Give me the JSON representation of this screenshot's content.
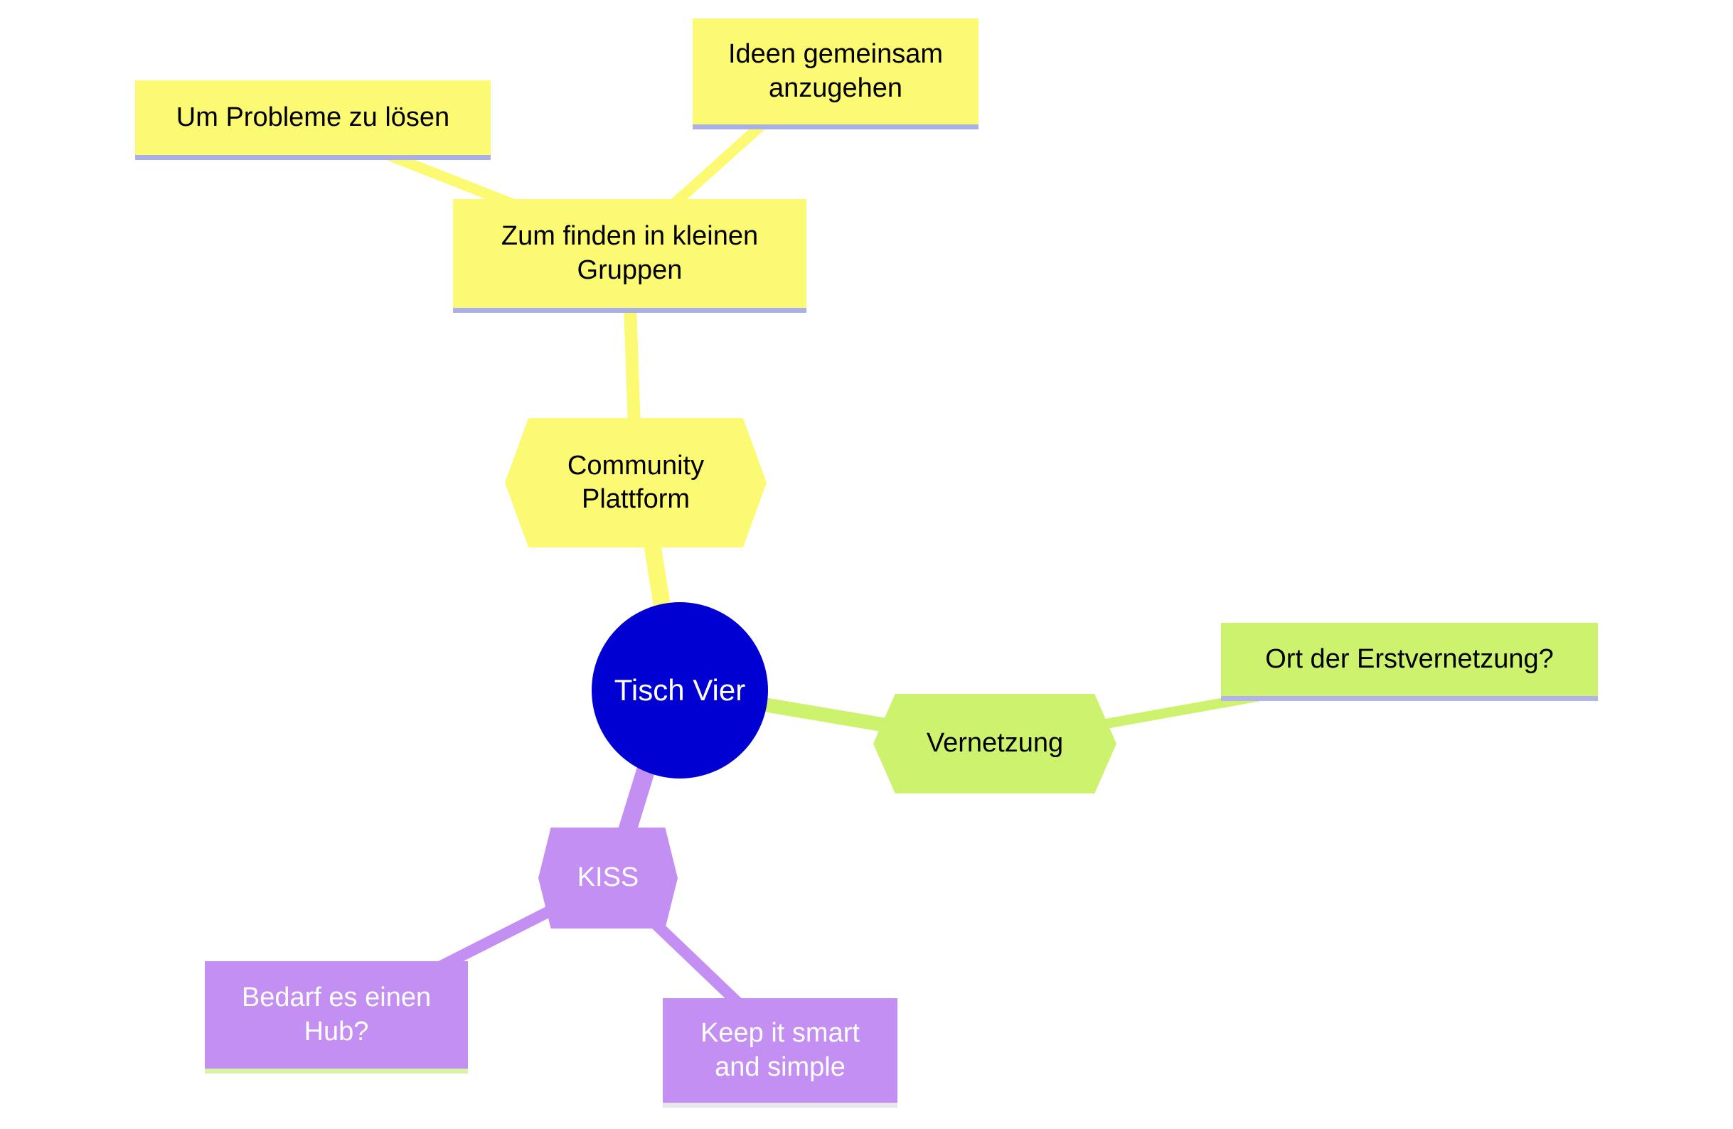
{
  "diagram": {
    "type": "mindmap",
    "center_node": "Tisch Vier"
  },
  "nodes": {
    "center": {
      "label": "Tisch Vier"
    },
    "community": {
      "label": "Community Plattform"
    },
    "gruppen": {
      "label": "Zum finden in kleinen Gruppen"
    },
    "probleme": {
      "label": "Um Probleme zu lösen"
    },
    "ideen": {
      "label": "Ideen gemeinsam anzugehen"
    },
    "vernetzung": {
      "label": "Vernetzung"
    },
    "erstvernetzung": {
      "label": "Ort der Erstvernetzung?"
    },
    "kiss": {
      "label": "KISS"
    },
    "hub": {
      "label": "Bedarf es einen Hub?"
    },
    "smart": {
      "label": "Keep it smart and simple"
    }
  },
  "edges": [
    {
      "from": "center",
      "to": "community"
    },
    {
      "from": "community",
      "to": "gruppen"
    },
    {
      "from": "gruppen",
      "to": "probleme"
    },
    {
      "from": "gruppen",
      "to": "ideen"
    },
    {
      "from": "center",
      "to": "vernetzung"
    },
    {
      "from": "vernetzung",
      "to": "erstvernetzung"
    },
    {
      "from": "center",
      "to": "kiss"
    },
    {
      "from": "kiss",
      "to": "hub"
    },
    {
      "from": "kiss",
      "to": "smart"
    }
  ],
  "colors": {
    "center_fill": "#0000D2",
    "yellow_branch": "#FCFA72",
    "green_branch": "#CCF26E",
    "purple_branch": "#C38FF2",
    "underline_periwinkle": "#A9B0E8",
    "underline_light_green": "#D6F4A6",
    "underline_light_gray": "#E6E6EE",
    "text_dark": "#000000",
    "text_light": "#FFFFFF"
  }
}
